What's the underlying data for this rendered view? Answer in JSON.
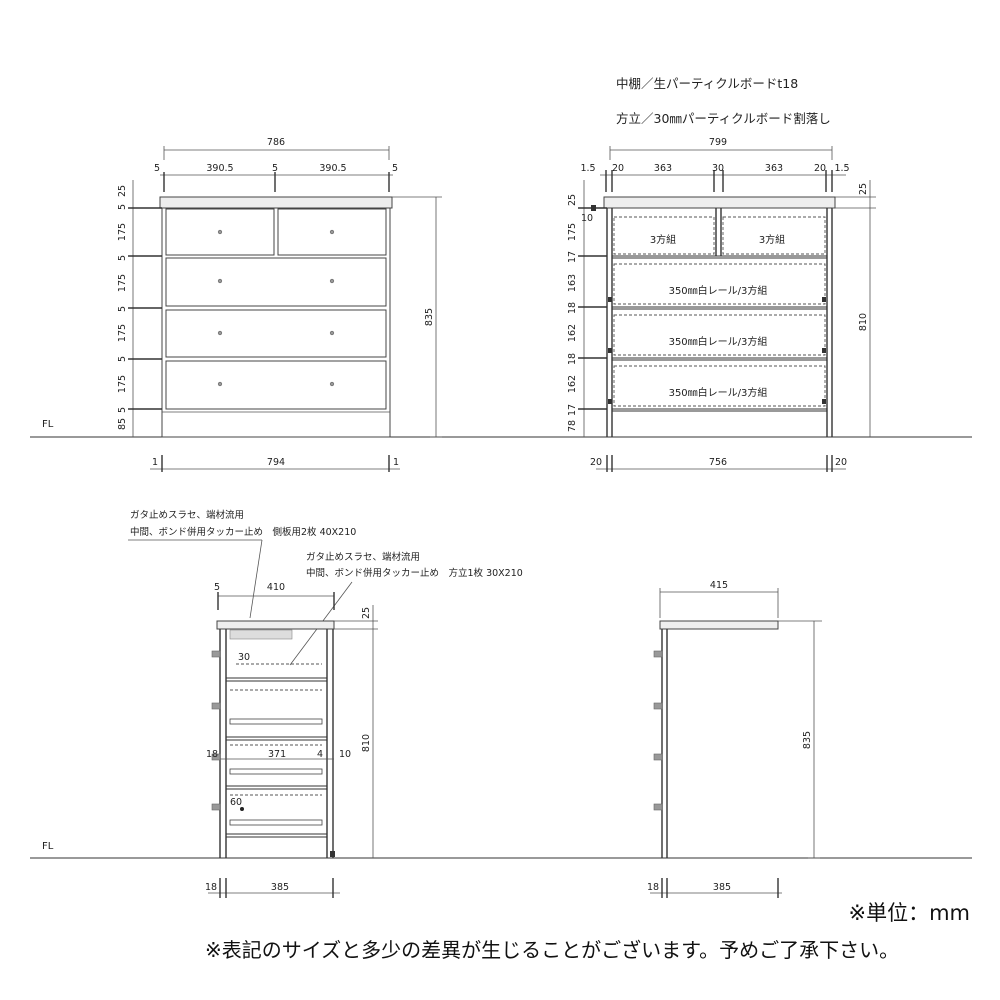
{
  "front_view": {
    "width_total": "786",
    "widths": [
      "5",
      "390.5",
      "5",
      "390.5",
      "5"
    ],
    "heights_left": [
      "25",
      "5",
      "175",
      "5",
      "175",
      "5",
      "175",
      "5",
      "175",
      "85",
      "5"
    ],
    "height_total": "835",
    "base_left": "1",
    "base_width": "794",
    "base_right": "1",
    "floor_label": "FL"
  },
  "carcass_view": {
    "note_shelf": "中棚／生パーティクルボードt18",
    "note_partition": "方立／30㎜パーティクルボード割落し",
    "width_total": "799",
    "widths": [
      "1.5",
      "20",
      "363",
      "30",
      "363",
      "20",
      "1.5"
    ],
    "right_top": "25",
    "heights_left": [
      "25",
      "10",
      "175",
      "17",
      "163",
      "18",
      "162",
      "18",
      "162",
      "78",
      "17"
    ],
    "height_right": "810",
    "labels_small": [
      "3方組",
      "3方組"
    ],
    "labels_rail": [
      "350㎜白レール/3方組",
      "350㎜白レール/3方組",
      "350㎜白レール/3方組"
    ],
    "base_left": "20",
    "base_width": "756",
    "base_right": "20"
  },
  "section_view": {
    "note1_line1": "ガタ止めスラセ、端材流用",
    "note1_line2": "中間、ボンド併用タッカー止め　側板用2枚 40X210",
    "note2_line1": "ガタ止めスラセ、端材流用",
    "note2_line2": "中間、ボンド併用タッカー止め　方立1枚 30X210",
    "top_left": "5",
    "top_width": "410",
    "right_top": "25",
    "height": "810",
    "inner_30": "30",
    "inner_18": "18",
    "inner_371": "371",
    "inner_4": "4",
    "inner_10": "10",
    "inner_60": "60",
    "base_left": "18",
    "base_width": "385",
    "floor_label": "FL"
  },
  "side_view": {
    "top_width": "415",
    "height": "835",
    "base_left": "18",
    "base_width": "385"
  },
  "footer": {
    "unit": "※単位：mm",
    "disclaimer": "※表記のサイズと多少の差異が生じることがございます。予めご了承下さい。"
  }
}
